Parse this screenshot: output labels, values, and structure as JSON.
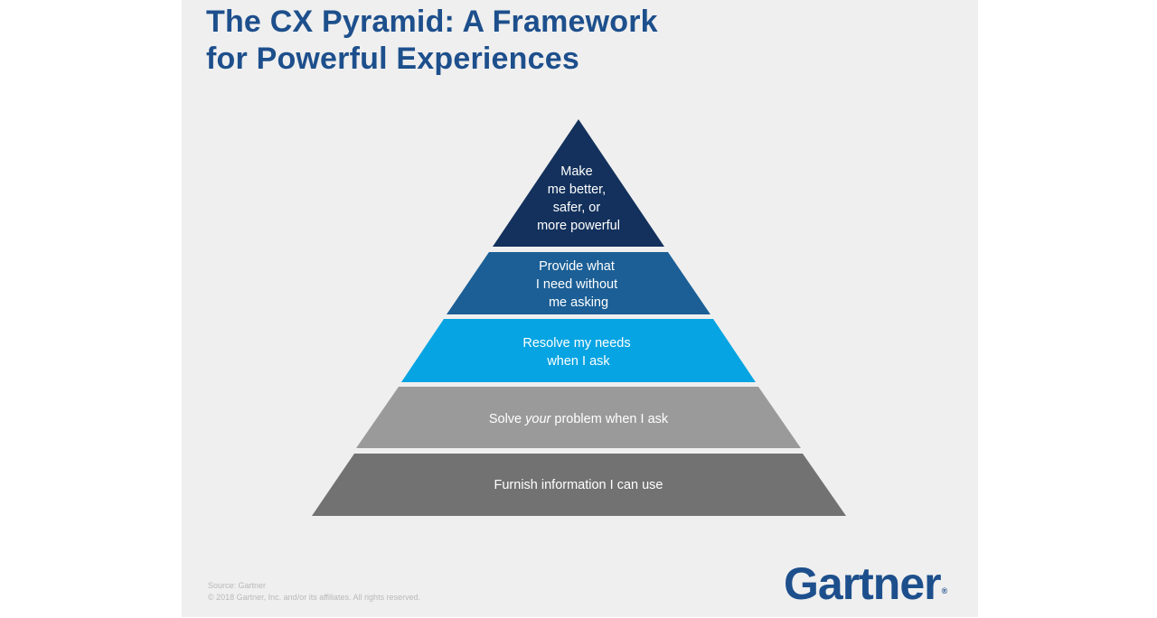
{
  "title": {
    "line1": "The CX Pyramid: A Framework",
    "line2": "for Powerful Experiences"
  },
  "pyramid": {
    "tiers": [
      {
        "lines": [
          "Make",
          "me better,",
          "safer, or",
          "more powerful"
        ],
        "color": "#13315c"
      },
      {
        "lines": [
          "Provide what",
          "I need without",
          "me asking"
        ],
        "color": "#1b5f96"
      },
      {
        "lines": [
          "Resolve my needs",
          "when I ask"
        ],
        "color": "#06a4e2"
      },
      {
        "pre": "Solve ",
        "emph": "your",
        "post": " problem when I ask",
        "color": "#9a9a9a"
      },
      {
        "lines": [
          "Furnish information I can use"
        ],
        "color": "#727272"
      }
    ]
  },
  "footer": {
    "source": "Source: Gartner",
    "copyright": "© 2018 Gartner, Inc. and/or its affiliates. All rights reserved."
  },
  "logo": {
    "text": "Gartner",
    "mark": "®",
    "color": "#1d4f8c"
  },
  "colors": {
    "background": "#efefef",
    "title": "#1d4f8c",
    "tier_text": "#ffffff"
  }
}
